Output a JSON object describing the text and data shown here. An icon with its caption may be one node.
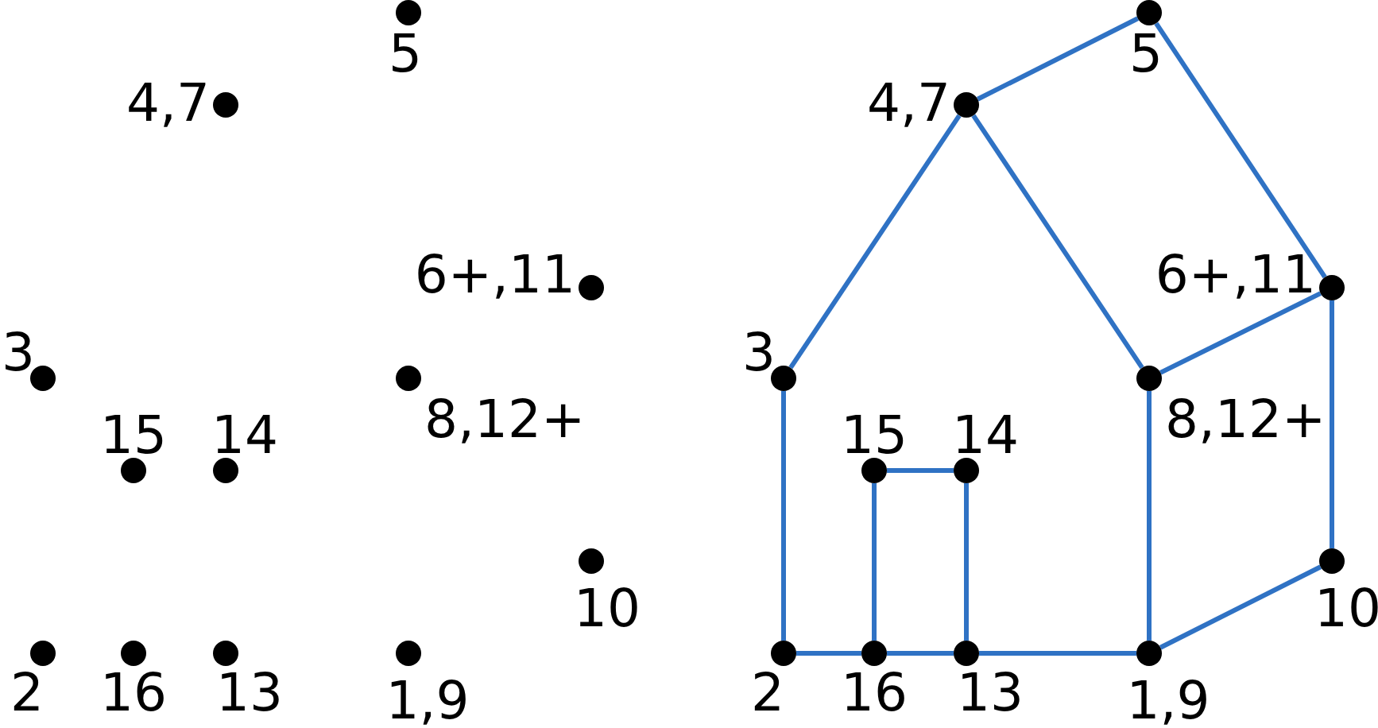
{
  "diagram": {
    "nodes": [
      {
        "text": [],
        "shape": "circle",
        "beside": [
          "5"
        ]
      },
      {
        "text": [],
        "shape": "circle",
        "beside": [
          "4,7"
        ]
      },
      {
        "text": [],
        "shape": "circle",
        "beside": [
          "6+,11"
        ]
      },
      {
        "text": [],
        "shape": "circle",
        "beside": [
          "3"
        ]
      },
      {
        "text": [],
        "shape": "circle",
        "beside": [
          "8,12+"
        ]
      },
      {
        "text": [],
        "shape": "circle",
        "beside": [
          "15"
        ]
      },
      {
        "text": [],
        "shape": "circle",
        "beside": [
          "14"
        ]
      },
      {
        "text": [],
        "shape": "circle",
        "beside": [
          "10"
        ]
      },
      {
        "text": [],
        "shape": "circle",
        "beside": [
          "2"
        ]
      },
      {
        "text": [],
        "shape": "circle",
        "beside": [
          "16"
        ]
      },
      {
        "text": [],
        "shape": "circle",
        "beside": [
          "13"
        ]
      },
      {
        "text": [],
        "shape": "circle",
        "beside": [
          "1,9"
        ]
      },
      {
        "text": [],
        "shape": "circle",
        "beside": [
          "5"
        ]
      },
      {
        "text": [],
        "shape": "circle",
        "beside": [
          "4,7"
        ]
      },
      {
        "text": [],
        "shape": "circle",
        "beside": [
          "6+,11"
        ]
      },
      {
        "text": [],
        "shape": "circle",
        "beside": [
          "3"
        ]
      },
      {
        "text": [],
        "shape": "circle",
        "beside": [
          "8,12+"
        ]
      },
      {
        "text": [],
        "shape": "circle",
        "beside": [
          "15"
        ]
      },
      {
        "text": [],
        "shape": "circle",
        "beside": [
          "14"
        ]
      },
      {
        "text": [],
        "shape": "circle",
        "beside": [
          "10"
        ]
      },
      {
        "text": [],
        "shape": "circle",
        "beside": [
          "2"
        ]
      },
      {
        "text": [],
        "shape": "circle",
        "beside": [
          "16"
        ]
      },
      {
        "text": [],
        "shape": "circle",
        "beside": [
          "13"
        ]
      },
      {
        "text": [],
        "shape": "circle",
        "beside": [
          "1,9"
        ]
      }
    ],
    "edges": [
      {
        "from": 15,
        "to": 13,
        "arrow": "none"
      },
      {
        "from": 13,
        "to": 12,
        "arrow": "none"
      },
      {
        "from": 12,
        "to": 14,
        "arrow": "none"
      },
      {
        "from": 14,
        "to": 16,
        "arrow": "none"
      },
      {
        "from": 13,
        "to": 16,
        "arrow": "none"
      },
      {
        "from": 16,
        "to": 23,
        "arrow": "none"
      },
      {
        "from": 14,
        "to": 19,
        "arrow": "none"
      },
      {
        "from": 19,
        "to": 23,
        "arrow": "none"
      },
      {
        "from": 23,
        "to": 22,
        "arrow": "none"
      },
      {
        "from": 22,
        "to": 21,
        "arrow": "none"
      },
      {
        "from": 21,
        "to": 20,
        "arrow": "none"
      },
      {
        "from": 20,
        "to": 15,
        "arrow": "none"
      },
      {
        "from": 21,
        "to": 17,
        "arrow": "none"
      },
      {
        "from": 17,
        "to": 18,
        "arrow": "none"
      },
      {
        "from": 18,
        "to": 22,
        "arrow": "none"
      }
    ]
  }
}
